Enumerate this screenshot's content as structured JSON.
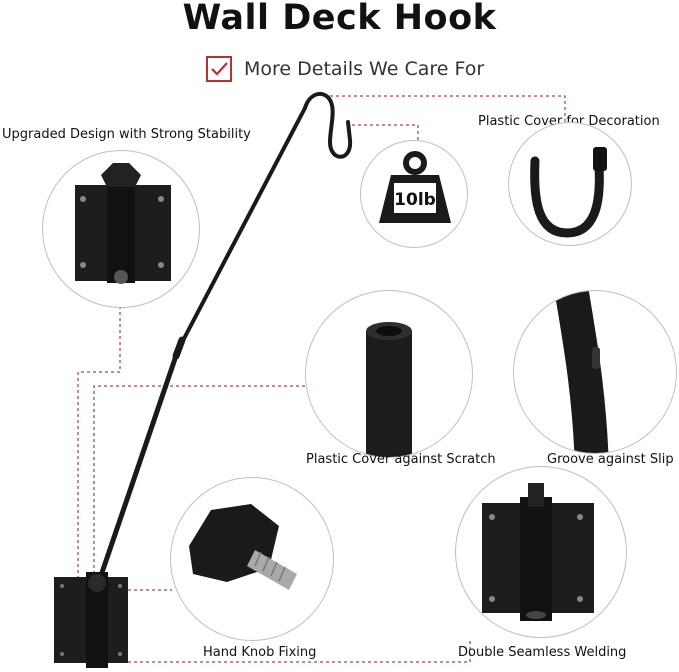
{
  "title": "Wall Deck Hook",
  "subtitle": "More Details We Care For",
  "weight_label": "10lb",
  "labels": {
    "stability": "Upgraded Design with Strong Stability",
    "plastic_cover_decoration": "Plastic Cover for Decoration",
    "plastic_cover_scratch": "Plastic Cover against Scratch",
    "groove": "Groove against Slip",
    "hand_knob": "Hand Knob Fixing",
    "welding": "Double Seamless Welding"
  },
  "colors": {
    "accent": "#b8312f",
    "product": "#1a1a1a",
    "dashed_line": "#8b1e1e"
  }
}
